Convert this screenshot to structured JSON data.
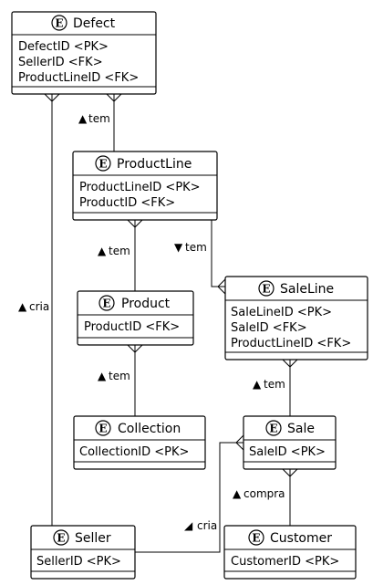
{
  "stereotype_letter": "E",
  "entities": {
    "defect": {
      "name": "Defect",
      "attributes": [
        "DefectID <PK>",
        "SellerID <FK>",
        "ProductLineID <FK>"
      ]
    },
    "productline": {
      "name": "ProductLine",
      "attributes": [
        "ProductLineID <PK>",
        "ProductID <FK>"
      ]
    },
    "product": {
      "name": "Product",
      "attributes": [
        "ProductID <FK>"
      ]
    },
    "collection": {
      "name": "Collection",
      "attributes": [
        "CollectionID <PK>"
      ]
    },
    "saleline": {
      "name": "SaleLine",
      "attributes": [
        "SaleLineID <PK>",
        "SaleID <FK>",
        "ProductLineID <FK>"
      ]
    },
    "sale": {
      "name": "Sale",
      "attributes": [
        "SaleID <PK>"
      ]
    },
    "seller": {
      "name": "Seller",
      "attributes": [
        "SellerID <PK>"
      ]
    },
    "customer": {
      "name": "Customer",
      "attributes": [
        "CustomerID <PK>"
      ]
    }
  },
  "relations": {
    "defect_productline": {
      "label": "tem",
      "arrow": "▲"
    },
    "productline_product": {
      "label": "tem",
      "arrow": "▲"
    },
    "productline_saleline": {
      "label": "tem",
      "arrow": "▼"
    },
    "product_collection": {
      "label": "tem",
      "arrow": "▲"
    },
    "saleline_sale": {
      "label": "tem",
      "arrow": "▲"
    },
    "sale_customer": {
      "label": "compra",
      "arrow": "▲"
    },
    "seller_sale": {
      "label": "cria",
      "arrow": "◢"
    },
    "defect_seller": {
      "label": "cria",
      "arrow": "▲"
    }
  }
}
